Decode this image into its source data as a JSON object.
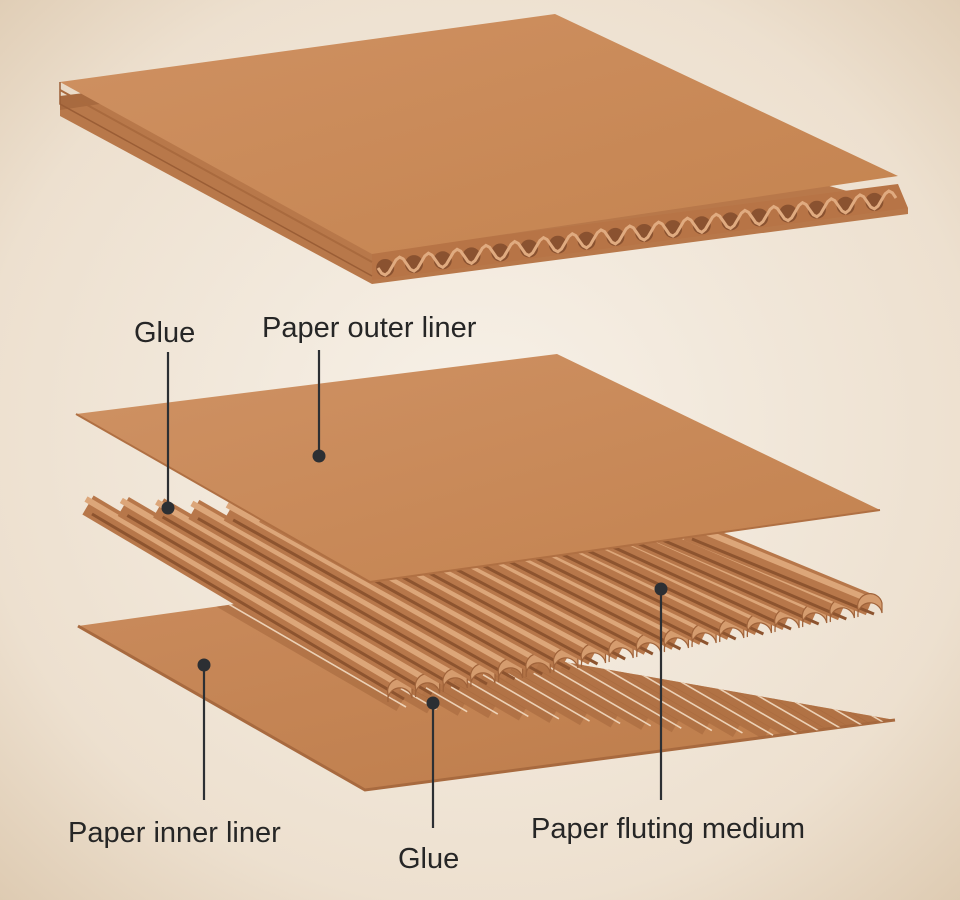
{
  "diagram": {
    "labels": {
      "glue_top": "Glue",
      "outer_liner": "Paper outer liner",
      "inner_liner": "Paper inner liner",
      "glue_bottom": "Glue",
      "fluting_medium": "Paper fluting medium"
    },
    "colors": {
      "background_center": "#f6efe6",
      "background_edge": "#dfcdb6",
      "kraft": "#c9885a",
      "kraft_dark": "#a86a3f",
      "kraft_light": "#d9a275",
      "kraft_edge": "#9a5d35",
      "leader_line": "#2c2f33"
    },
    "flute_count": 18
  }
}
